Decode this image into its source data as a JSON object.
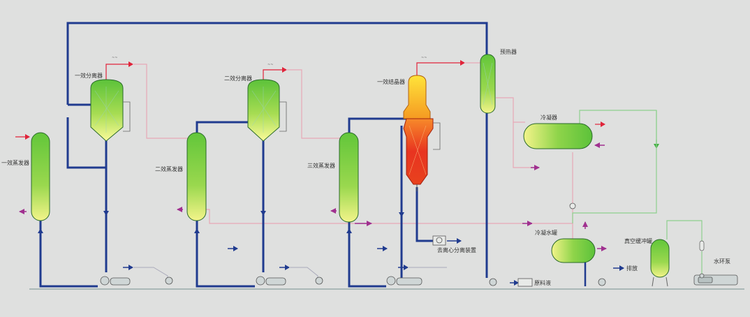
{
  "labels": {
    "evap1": "一效蒸发器",
    "sep1": "一效分离器",
    "evap2": "二效蒸发器",
    "sep2": "二效分离器",
    "evap3": "三效蒸发器",
    "crystallizer": "一效结晶器",
    "preheater": "预热器",
    "condenser": "冷凝器",
    "condensate_tank": "冷凝水罐",
    "vacuum_buffer": "真空缓冲罐",
    "water_ring_pump": "水环泵",
    "to_centrifuge": "去离心分离装置",
    "raw_feed": "原料液",
    "drain": "排放"
  },
  "colors": {
    "pipe_blue": "#203b8f",
    "pipe_pink": "#e8a8b6",
    "pipe_green": "#8ed08e",
    "arrow_magenta": "#a0308f",
    "vessel_green": "#6fcf3c",
    "vessel_yellow": "#f4f48a",
    "hot_red": "#e83420",
    "hot_yellow": "#ffe040"
  }
}
